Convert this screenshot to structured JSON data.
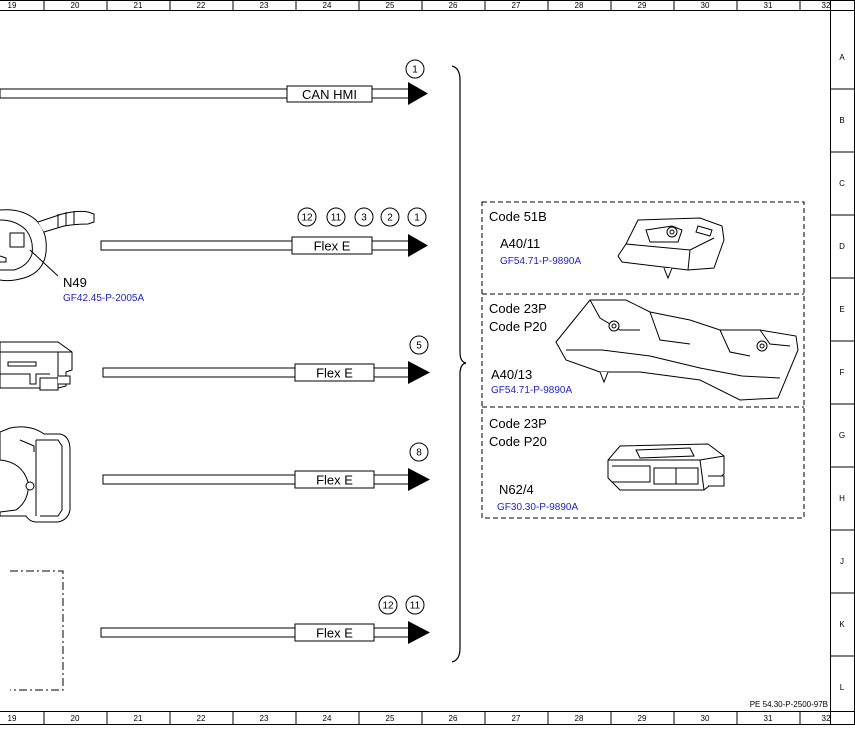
{
  "ruler": {
    "columns": [
      "19",
      "20",
      "21",
      "22",
      "23",
      "24",
      "25",
      "26",
      "27",
      "28",
      "29",
      "30",
      "31",
      "32"
    ],
    "rows": [
      "A",
      "B",
      "C",
      "D",
      "E",
      "F",
      "G",
      "H",
      "J",
      "K",
      "L"
    ]
  },
  "lines": [
    {
      "id": "can",
      "label": "CAN HMI",
      "connectors": [
        "1"
      ]
    },
    {
      "id": "flex1",
      "label": "Flex E",
      "connectors": [
        "12",
        "11",
        "3",
        "2",
        "1"
      ]
    },
    {
      "id": "flex2",
      "label": "Flex E",
      "connectors": [
        "5"
      ]
    },
    {
      "id": "flex3",
      "label": "Flex E",
      "connectors": [
        "8"
      ]
    },
    {
      "id": "flex4",
      "label": "Flex E",
      "connectors": [
        "12",
        "11"
      ]
    }
  ],
  "components": {
    "n49": {
      "name": "N49",
      "ref": "GF42.45-P-2005A"
    }
  },
  "boxes": [
    {
      "codes": [
        "Code 51B"
      ],
      "name": "A40/11",
      "ref": "GF54.71-P-9890A"
    },
    {
      "codes": [
        "Code 23P",
        "Code P20"
      ],
      "name": "A40/13",
      "ref": "GF54.71-P-9890A"
    },
    {
      "codes": [
        "Code 23P",
        "Code P20"
      ],
      "name": "N62/4",
      "ref": "GF30.30-P-9890A"
    }
  ],
  "doc_id": "PE 54.30-P-2500-97B"
}
